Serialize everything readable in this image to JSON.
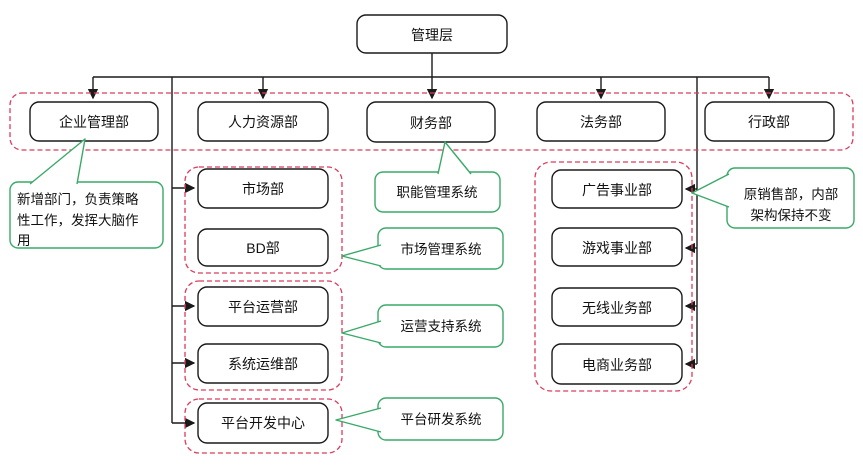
{
  "chart": {
    "root_label": "管理层",
    "level1": [
      "企业管理部",
      "人力资源部",
      "财务部",
      "法务部",
      "行政部"
    ],
    "mid_branch": [
      "市场部",
      "BD部",
      "平台运营部",
      "系统运维部",
      "平台开发中心"
    ],
    "right_branch": [
      "广告事业部",
      "游戏事业部",
      "无线业务部",
      "电商业务部"
    ],
    "system_callouts": [
      "职能管理系统",
      "市场管理系统",
      "运营支持系统",
      "平台研发系统"
    ],
    "callout_left": {
      "line1": "新增部门，负责策略",
      "line2": "性工作，发挥大脑作",
      "line3": "用"
    },
    "callout_right": {
      "line1": "原销售部，内部",
      "line2": "架构保持不变"
    },
    "colors": {
      "highlight_dash": "#dc3c5c",
      "callout_green": "#3aa968",
      "line_black": "#1a1a1a"
    }
  }
}
